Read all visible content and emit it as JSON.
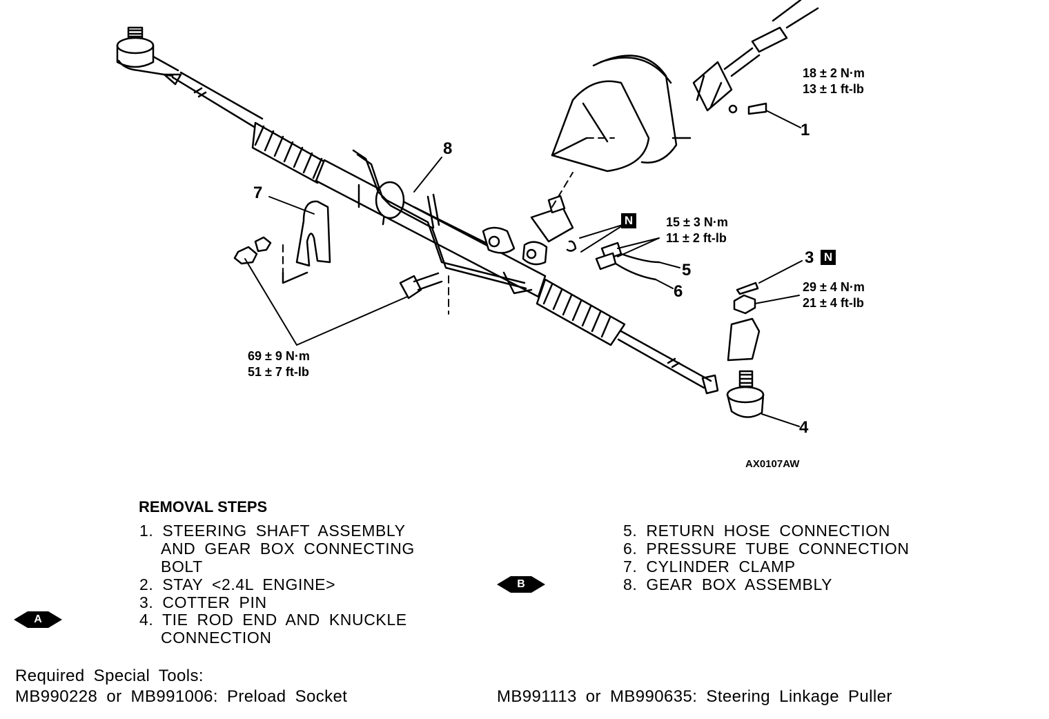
{
  "callouts": {
    "c1": "1",
    "c3": "3",
    "c4": "4",
    "c5": "5",
    "c6": "6",
    "c7": "7",
    "c8": "8",
    "n_badge": "N"
  },
  "torque": {
    "t1_nm": "18 ± 2 N·m",
    "t1_ftlb": "13 ± 1 ft-lb",
    "t2_nm": "15 ± 3 N·m",
    "t2_ftlb": "11 ± 2 ft-lb",
    "t3_nm": "29 ± 4 N·m",
    "t3_ftlb": "21 ± 4 ft-lb",
    "t4_nm": "69 ± 9 N·m",
    "t4_ftlb": "51 ± 7 ft-lb"
  },
  "figure_id": "AX0107AW",
  "removal": {
    "title": "REMOVAL STEPS",
    "left_lines": [
      "1. STEERING SHAFT ASSEMBLY",
      "AND GEAR BOX CONNECTING",
      "BOLT",
      "2. STAY <2.4L ENGINE>",
      "3. COTTER PIN",
      "4. TIE ROD END AND KNUCKLE",
      "CONNECTION"
    ],
    "right_lines": [
      "5. RETURN HOSE CONNECTION",
      "6. PRESSURE TUBE CONNECTION",
      "7. CYLINDER CLAMP",
      "8. GEAR BOX ASSEMBLY"
    ],
    "marker_a": "A",
    "marker_b": "B"
  },
  "tools": {
    "heading": "Required Special Tools:",
    "tool1": "MB990228 or MB991006: Preload Socket",
    "tool2": "MB991113 or MB990635: Steering Linkage Puller"
  }
}
